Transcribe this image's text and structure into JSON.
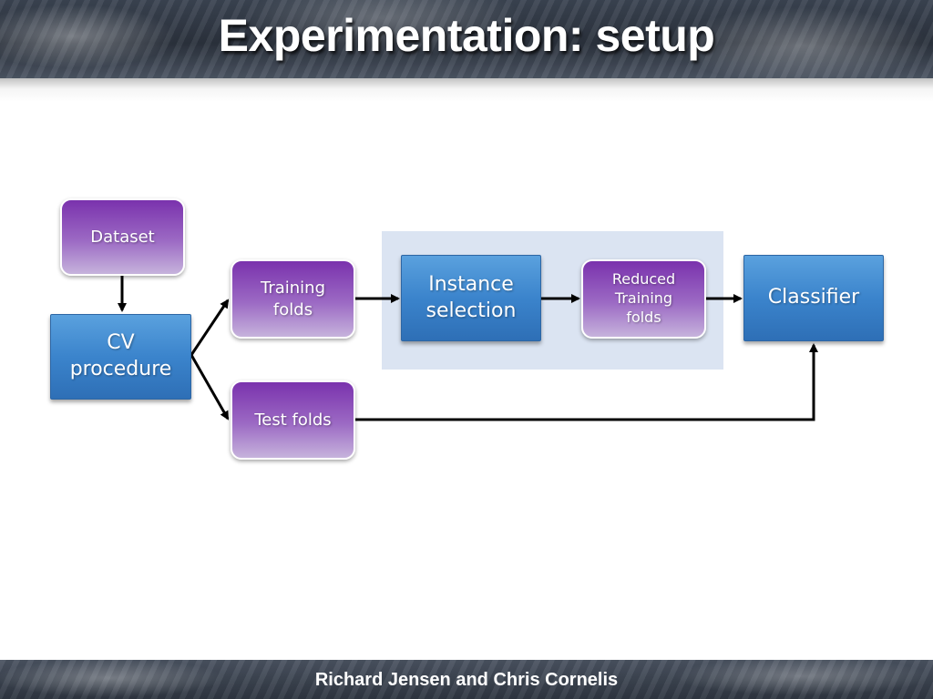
{
  "slide": {
    "title": "Experimentation: setup",
    "footer": "Richard Jensen and Chris Cornelis"
  },
  "diagram": {
    "nodes": {
      "dataset": "Dataset",
      "cv_procedure": "CV\nprocedure",
      "training_folds": "Training\nfolds",
      "test_folds": "Test folds",
      "instance_selection": "Instance\nselection",
      "reduced_training_folds": "Reduced\nTraining\nfolds",
      "classifier": "Classifier"
    },
    "edges": [
      {
        "from": "dataset",
        "to": "cv_procedure"
      },
      {
        "from": "cv_procedure",
        "to": "training_folds"
      },
      {
        "from": "cv_procedure",
        "to": "test_folds"
      },
      {
        "from": "training_folds",
        "to": "instance_selection"
      },
      {
        "from": "instance_selection",
        "to": "reduced_training_folds"
      },
      {
        "from": "reduced_training_folds",
        "to": "classifier"
      },
      {
        "from": "test_folds",
        "to": "classifier"
      }
    ],
    "colors": {
      "purple_node": "#8e4fbf",
      "blue_node": "#3b84cc",
      "group_panel": "#dbe4f2",
      "arrow": "#000000"
    }
  }
}
